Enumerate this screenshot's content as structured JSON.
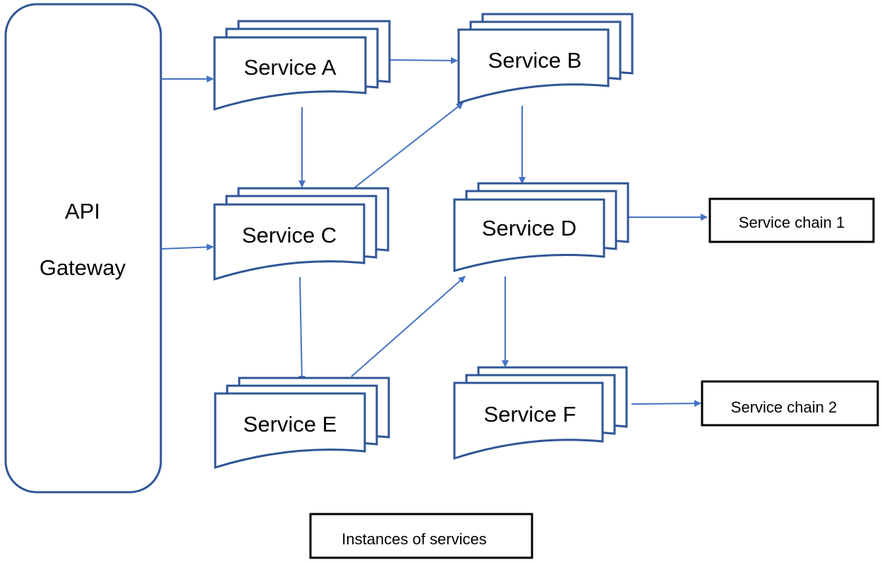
{
  "gateway": {
    "line1": "API",
    "line2": "Gateway"
  },
  "services": {
    "a": "Service A",
    "b": "Service B",
    "c": "Service C",
    "d": "Service D",
    "e": "Service E",
    "f": "Service F"
  },
  "chains": {
    "chain1": "Service chain 1",
    "chain2": "Service chain 2"
  },
  "legend": {
    "label": "Instances of services"
  },
  "colors": {
    "stroke": "#2F5597",
    "arrow": "#4472C4",
    "box_border": "#000000"
  }
}
